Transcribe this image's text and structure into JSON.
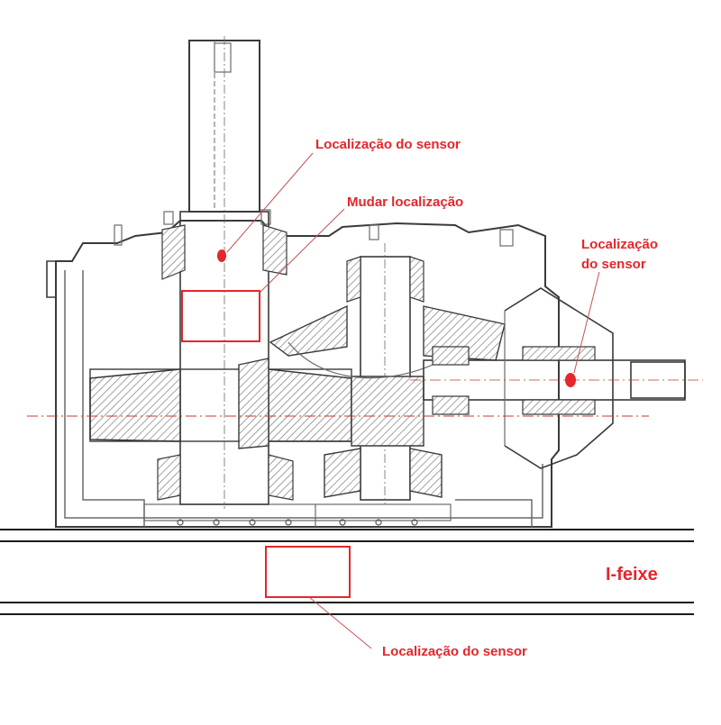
{
  "labels": {
    "sensor_top": "Localização do sensor",
    "change_location": "Mudar localização",
    "sensor_right_line1": "Localização",
    "sensor_right_line2": "do sensor",
    "sensor_bottom": "Localização do sensor",
    "beam": "I-feixe"
  },
  "colors": {
    "annotation": "#e5262b",
    "drawing": "#3a3a3a",
    "background": "#ffffff"
  }
}
